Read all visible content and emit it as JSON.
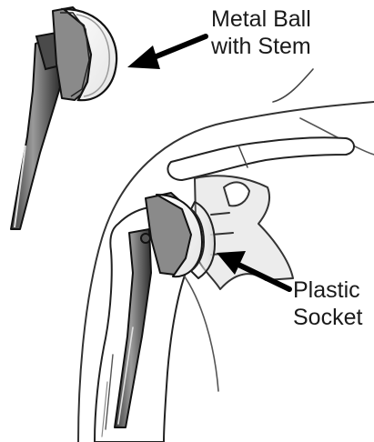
{
  "labels": {
    "metal_ball": {
      "line1": "Metal Ball",
      "line2": "with Stem"
    },
    "plastic_socket": {
      "line1": "Plastic",
      "line2": "Socket"
    }
  }
}
